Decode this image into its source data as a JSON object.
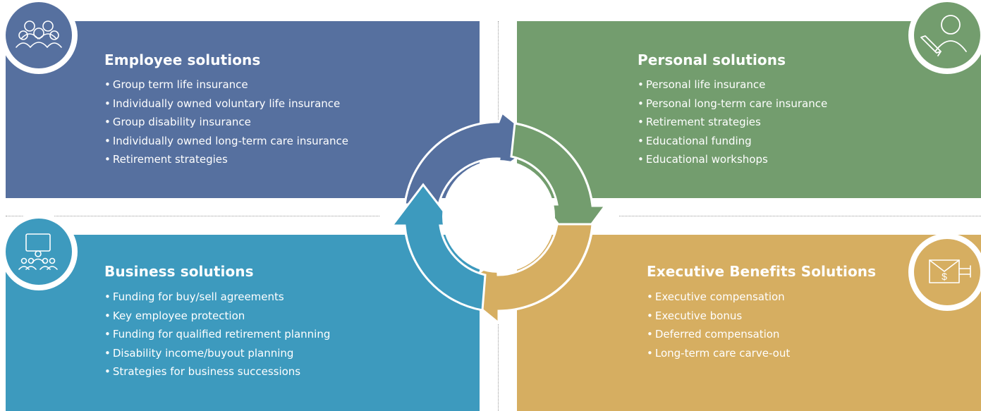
{
  "panels": {
    "employee": {
      "title": "Employee solutions",
      "items": [
        "Group term life insurance",
        "Individually owned voluntary life insurance",
        "Group disability insurance",
        "Individually owned long-term care insurance",
        "Retirement strategies"
      ],
      "color": "#56709f",
      "icon": "group-people-icon"
    },
    "personal": {
      "title": "Personal solutions",
      "items": [
        "Personal life insurance",
        "Personal long-term care insurance",
        "Retirement strategies",
        "Educational funding",
        "Educational workshops"
      ],
      "color": "#739d6e",
      "icon": "person-pencil-icon"
    },
    "business": {
      "title": "Business solutions",
      "items": [
        "Funding for buy/sell agreements",
        "Key employee protection",
        "Funding for qualified retirement planning",
        "Disability income/buyout planning",
        "Strategies for business successions"
      ],
      "color": "#3d9abe",
      "icon": "presentation-audience-icon"
    },
    "executive": {
      "title": "Executive Benefits Solutions",
      "items": [
        "Executive compensation",
        "Executive bonus",
        "Deferred compensation",
        "Long-term care carve-out"
      ],
      "color": "#d6ae61",
      "icon": "money-envelope-icon",
      "icon_symbol": "$"
    }
  }
}
